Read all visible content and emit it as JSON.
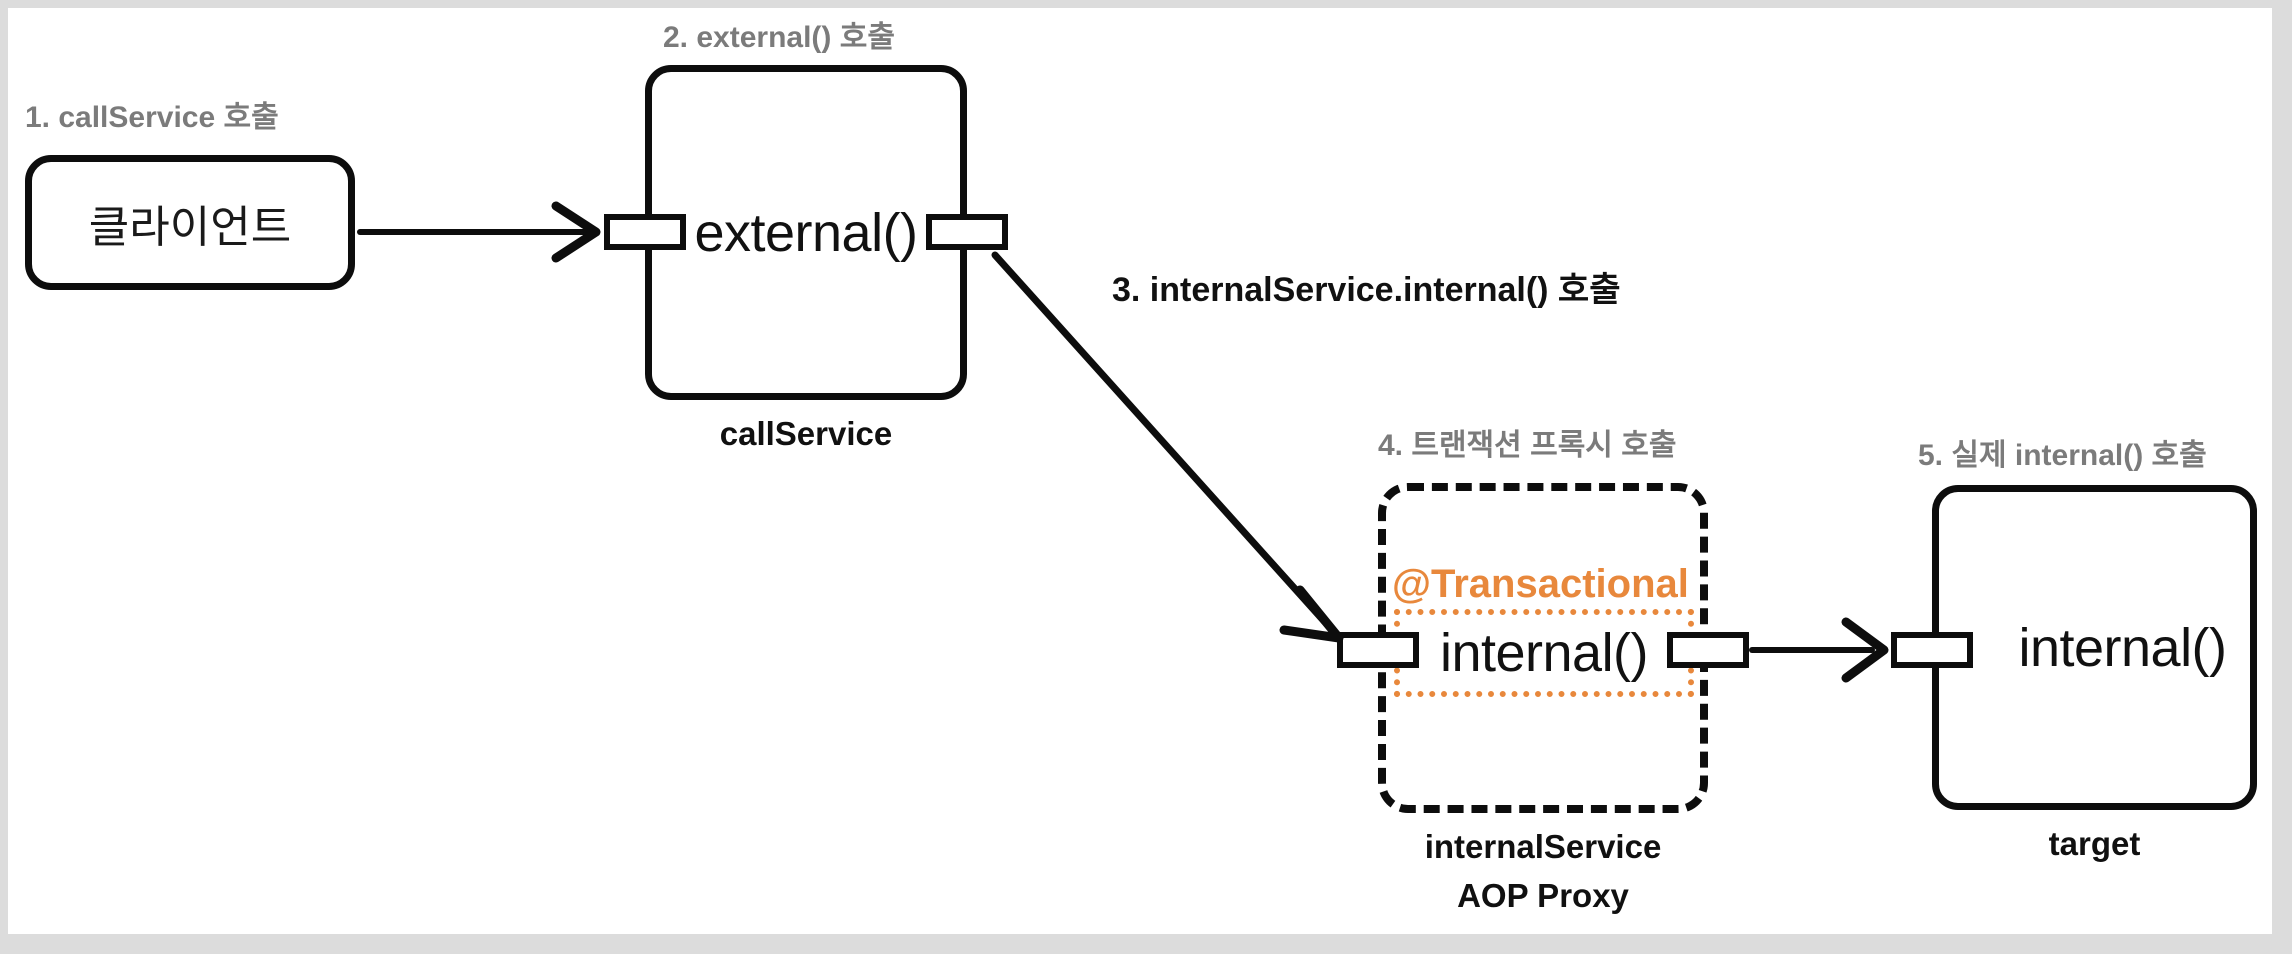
{
  "diagram": {
    "title": "Spring AOP Transactional Self-Invocation Flow",
    "colors": {
      "stroke": "#0d0d0d",
      "caption_gray": "#7b7b7b",
      "annotation_orange": "#e8883c",
      "background": "#ffffff",
      "frame_gray": "#dcdcdc"
    },
    "steps": [
      {
        "id": "step-1",
        "label": "1. callService 호출",
        "tone": "gray"
      },
      {
        "id": "step-2",
        "label": "2. external() 호출",
        "tone": "gray"
      },
      {
        "id": "step-3",
        "label": "3. internalService.internal() 호출",
        "tone": "dark"
      },
      {
        "id": "step-4",
        "label": "4. 트랜잭션 프록시 호출",
        "tone": "gray"
      },
      {
        "id": "step-5",
        "label": "5. 실제 internal() 호출",
        "tone": "gray"
      }
    ],
    "nodes": [
      {
        "id": "client",
        "text": "클라이언트",
        "name": "",
        "style": "solid"
      },
      {
        "id": "call-service",
        "text": "external()",
        "name": "callService",
        "style": "solid"
      },
      {
        "id": "internal-service-proxy",
        "text": "internal()",
        "name_line1": "internalService",
        "name_line2": "AOP Proxy",
        "style": "dashed",
        "annotation": "@Transactional"
      },
      {
        "id": "target",
        "text": "internal()",
        "name": "target",
        "style": "solid"
      }
    ],
    "edges": [
      {
        "id": "edge-client-to-external",
        "from": "client",
        "to": "call-service",
        "label": "1. callService 호출"
      },
      {
        "id": "edge-external-to-proxy",
        "from": "call-service",
        "to": "internal-service-proxy",
        "label": "3. internalService.internal() 호출"
      },
      {
        "id": "edge-proxy-to-target",
        "from": "internal-service-proxy",
        "to": "target",
        "label": "5. 실제 internal() 호출"
      }
    ]
  }
}
